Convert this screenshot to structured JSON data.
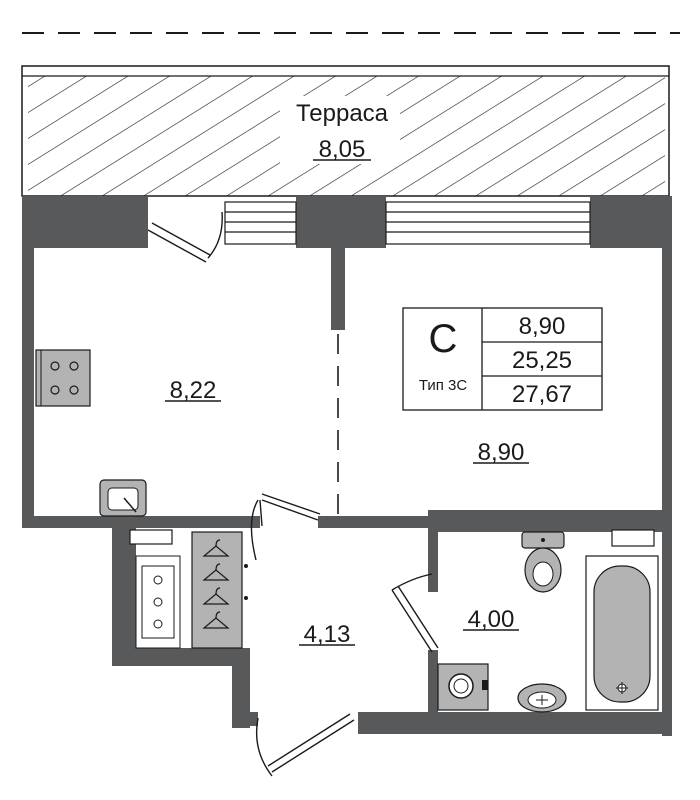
{
  "plan": {
    "terrace": {
      "name": "Терраса",
      "area": "8,05"
    },
    "rooms": {
      "kitchen": {
        "area": "8,22"
      },
      "living": {
        "area": "8,90"
      },
      "hall": {
        "area": "4,13"
      },
      "bath": {
        "area": "4,00"
      }
    },
    "legend": {
      "letter": "С",
      "type": "Тип 3С",
      "living_area": "8,90",
      "total_area": "25,25",
      "area_with_terrace": "27,67"
    },
    "colors": {
      "wall": "#58595b",
      "fixture": "#b3b3b3",
      "line": "#1a1a1a",
      "background": "#ffffff"
    }
  }
}
